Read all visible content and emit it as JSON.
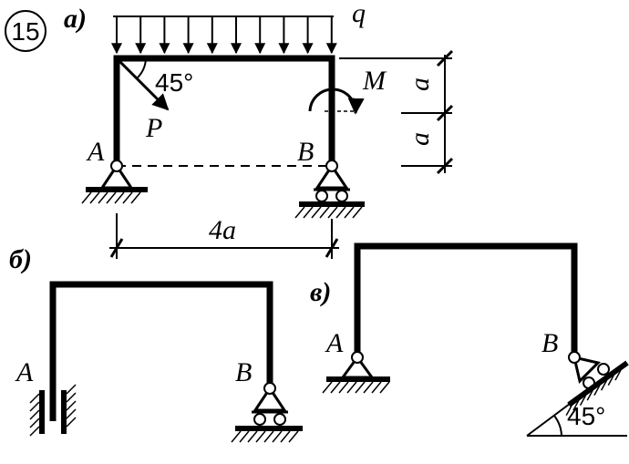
{
  "problem_number": "15",
  "panels": {
    "a": {
      "label": "а)",
      "load_q": "q",
      "angle": "45°",
      "force": "P",
      "moment": "M",
      "support_a": "A",
      "support_b": "B",
      "dim_top": "a",
      "dim_bottom": "a",
      "span": "4a"
    },
    "b": {
      "label": "б)",
      "support_a": "A",
      "support_b": "B"
    },
    "c": {
      "label": "в)",
      "support_a": "A",
      "support_b": "B",
      "angle": "45°"
    }
  }
}
